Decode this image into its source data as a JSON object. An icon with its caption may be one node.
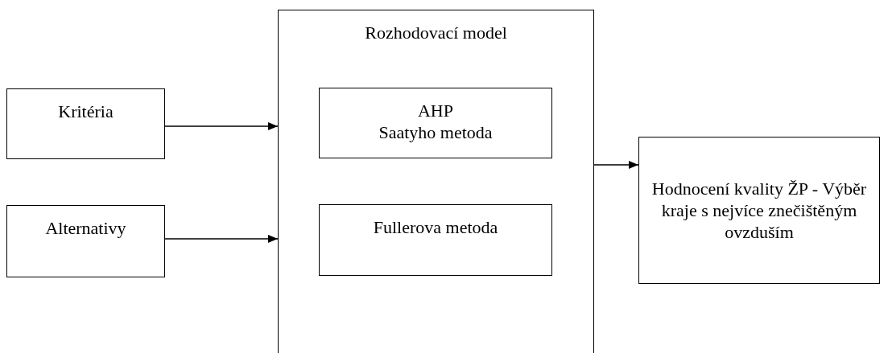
{
  "diagram": {
    "nodes": [
      {
        "text": [
          "Kritéria"
        ]
      },
      {
        "text": [
          "Alternativy"
        ]
      },
      {
        "text": [
          "Rozhodovací model"
        ]
      },
      {
        "text": [
          "AHP",
          "Saatyho metoda"
        ],
        "in": 2
      },
      {
        "text": [
          "Fullerova metoda"
        ],
        "in": 2
      },
      {
        "text": [
          "Hodnocení kvality ŽP - Výběr kraje s nejvíce znečištěným ovzduším"
        ]
      }
    ],
    "edges": [
      {
        "from": 0,
        "to": 2,
        "arrow": "to"
      },
      {
        "from": 1,
        "to": 2,
        "arrow": "to"
      },
      {
        "from": 2,
        "to": 5,
        "arrow": "to"
      }
    ]
  }
}
